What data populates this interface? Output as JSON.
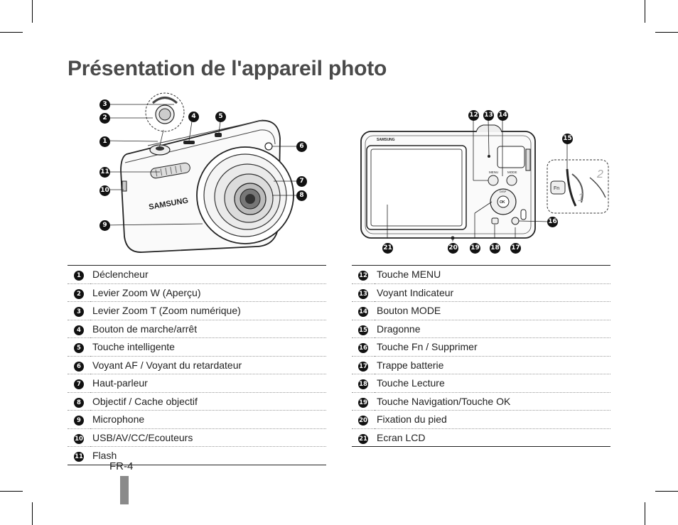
{
  "title": "Présentation de l'appareil photo",
  "page_number": "FR-4",
  "front_view": {
    "brand": "SAMSUNG",
    "callouts": [
      "1",
      "2",
      "3",
      "4",
      "5",
      "6",
      "7",
      "8",
      "9",
      "10",
      "11"
    ]
  },
  "back_view": {
    "brand": "SAMSUNG",
    "button_labels": {
      "menu": "MENU",
      "mode": "MODE",
      "disp": "DISP",
      "ok": "OK",
      "fn": "Fn"
    },
    "strap_steps": [
      "1",
      "2"
    ],
    "callouts": [
      "12",
      "13",
      "14",
      "15",
      "16",
      "17",
      "18",
      "19",
      "20",
      "21"
    ]
  },
  "legend_left": [
    {
      "num": "1",
      "label": "Déclencheur"
    },
    {
      "num": "2",
      "label": "Levier Zoom W (Aperçu)"
    },
    {
      "num": "3",
      "label": "Levier Zoom T (Zoom numérique)"
    },
    {
      "num": "4",
      "label": "Bouton de marche/arrêt"
    },
    {
      "num": "5",
      "label": "Touche intelligente"
    },
    {
      "num": "6",
      "label": "Voyant AF / Voyant du retardateur"
    },
    {
      "num": "7",
      "label": "Haut-parleur"
    },
    {
      "num": "8",
      "label": "Objectif / Cache objectif"
    },
    {
      "num": "9",
      "label": "Microphone"
    },
    {
      "num": "10",
      "label": "USB/AV/CC/Ecouteurs"
    },
    {
      "num": "11",
      "label": "Flash"
    }
  ],
  "legend_right": [
    {
      "num": "12",
      "label": "Touche MENU"
    },
    {
      "num": "13",
      "label": "Voyant Indicateur"
    },
    {
      "num": "14",
      "label": "Bouton MODE"
    },
    {
      "num": "15",
      "label": "Dragonne"
    },
    {
      "num": "16",
      "label": "Touche Fn / Supprimer"
    },
    {
      "num": "17",
      "label": "Trappe batterie"
    },
    {
      "num": "18",
      "label": "Touche Lecture"
    },
    {
      "num": "19",
      "label": "Touche Navigation/Touche OK"
    },
    {
      "num": "20",
      "label": "Fixation du pied"
    },
    {
      "num": "21",
      "label": "Ecran LCD"
    }
  ]
}
